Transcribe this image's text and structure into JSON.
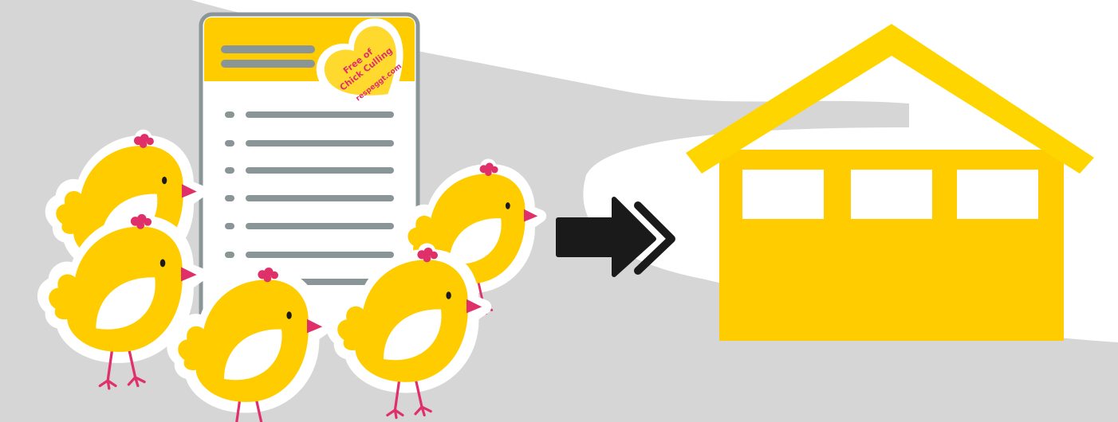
{
  "badge": {
    "line1": "Free of",
    "line2": "Chick Culling",
    "site": "respeggt.com"
  },
  "icons": [
    "chick-icon",
    "document-icon",
    "heart-seal-icon",
    "arrow-right-icon",
    "barn-icon"
  ],
  "colors": {
    "background_gray": "#d6d6d6",
    "white": "#ffffff",
    "yellow": "#ffcc00",
    "yellow_light": "#ffd92e",
    "roof_yellow": "#ffd500",
    "document_border": "#8a9597",
    "document_lines": "#8a9597",
    "comb_pink": "#e0306a",
    "arrow_black": "#1a1a1a",
    "badge_text": "#e0306a"
  }
}
